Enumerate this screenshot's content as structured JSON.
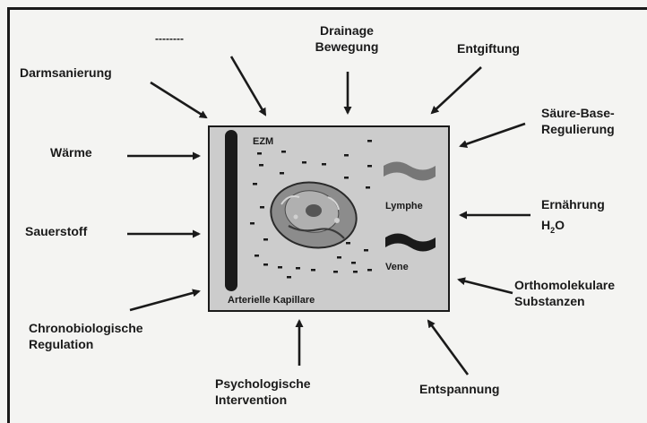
{
  "labels": {
    "top_left_dash": "--------",
    "drainage_line1": "Drainage",
    "drainage_line2": "Bewegung",
    "entgiftung": "Entgiftung",
    "darmsanierung": "Darmsanierung",
    "saeure_line1": "Säure-Base-",
    "saeure_line2": "Regulierung",
    "waerme": "Wärme",
    "ernaehrung": "Ernährung",
    "h2o_main": "H",
    "h2o_sub": "2",
    "h2o_end": "O",
    "sauerstoff": "Sauerstoff",
    "ortho_line1": "Orthomolekulare",
    "ortho_line2": "Substanzen",
    "chrono_line1": "Chronobiologische",
    "chrono_line2": "Regulation",
    "psych_line1": "Psychologische",
    "psych_line2": "Intervention",
    "entspannung": "Entspannung"
  },
  "inner": {
    "ezm": "EZM",
    "lymphe": "Lymphe",
    "vene": "Vene",
    "arterielle_kapillare": "Arterielle Kapillare"
  },
  "colors": {
    "ink": "#1a1a1a",
    "box_fill": "#cccccc",
    "lymph": "#777777",
    "cell_fill": "#8c8c8c",
    "nucleus": "#555555"
  }
}
